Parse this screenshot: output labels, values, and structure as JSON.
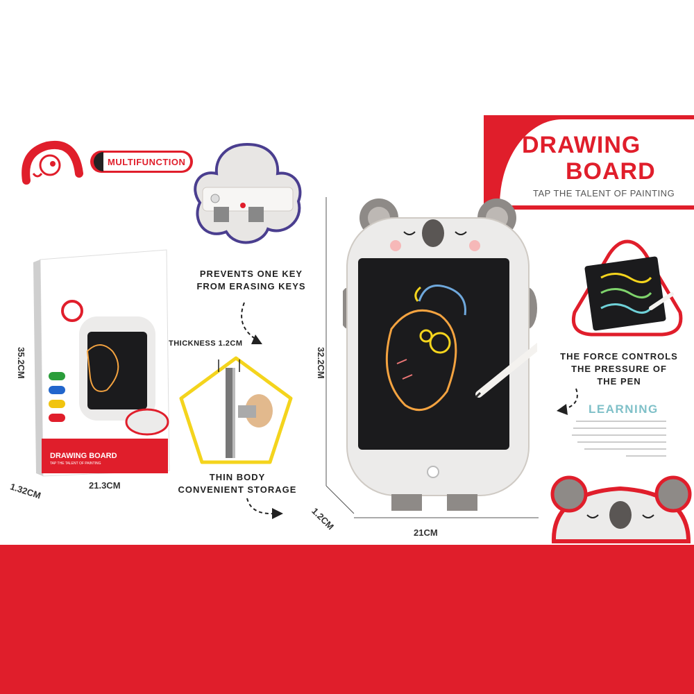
{
  "header": {
    "title_line1": "DRAWING",
    "title_line2": "BOARD",
    "tagline": "TAP THE TALENT OF PAINTING"
  },
  "badge": {
    "label": "MULTIFUNCTION"
  },
  "features": {
    "erase_lock": "PREVENTS ONE KEY\nFROM ERASING KEYS",
    "thickness_label": "THICKNESS 1.2CM",
    "thin_body": "THIN BODY\nCONVENIENT STORAGE",
    "pressure": "THE FORCE CONTROLS\nTHE PRESSURE OF\nTHE PEN",
    "learning_title": "LEARNING"
  },
  "box": {
    "title": "DRAWING BOARD",
    "tagline": "TAP THE TALENT OF PAINTING"
  },
  "dimensions": {
    "box_height": "35.2CM",
    "box_width": "21.3CM",
    "box_depth": "1.32CM",
    "board_height": "32.2CM",
    "board_width": "21CM",
    "board_depth": "1.2CM"
  },
  "colors": {
    "brand_red": "#e01e2b",
    "board_shell": "#ece9e6",
    "screen": "#1b1b1d"
  }
}
